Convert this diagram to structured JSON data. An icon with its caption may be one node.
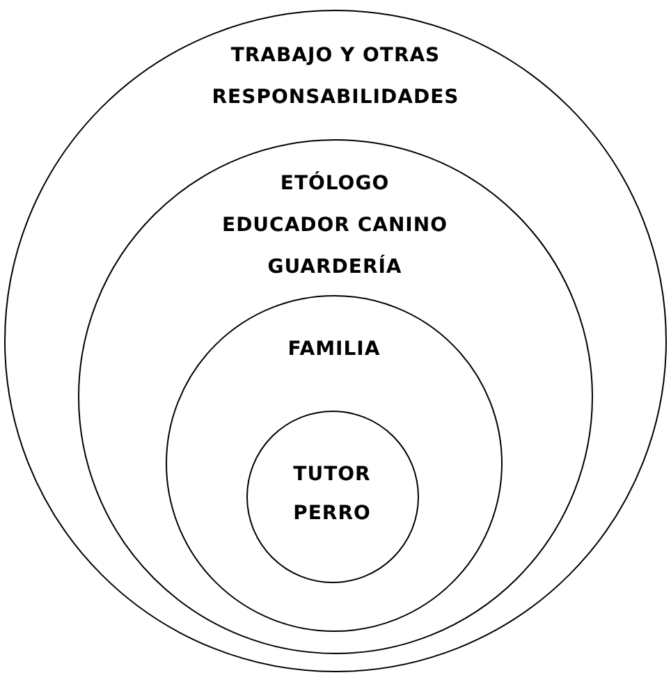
{
  "diagram": {
    "nodes": [
      {
        "text": [
          "TRABAJO Y OTRAS RESPONSABILIDADES"
        ]
      },
      {
        "text": [
          "ETÓLOGO",
          "EDUCADOR CANINO",
          "GUARDERÍA"
        ],
        "in": 0
      },
      {
        "text": [
          "FAMILIA"
        ],
        "in": 1
      },
      {
        "text": [
          "TUTOR",
          "PERRO"
        ],
        "in": 2
      }
    ]
  }
}
